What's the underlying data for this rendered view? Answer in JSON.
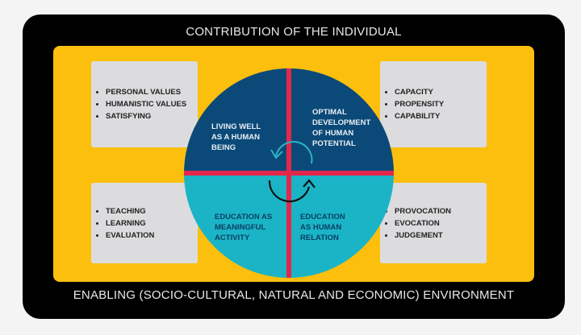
{
  "top_title": "CONTRIBUTION OF THE INDIVIDUAL",
  "bottom_title": "ENABLING (SOCIO-CULTURAL, NATURAL AND ECONOMIC) ENVIRONMENT",
  "boxes": {
    "top_left": [
      "PERSONAL VALUES",
      "HUMANISTIC VALUES",
      "SATISFYING"
    ],
    "top_right": [
      "CAPACITY",
      "PROPENSITY",
      "CAPABILITY"
    ],
    "bottom_left": [
      "TEACHING",
      "LEARNING",
      "EVALUATION"
    ],
    "bottom_right": [
      "PROVOCATION",
      "EVOCATION",
      "JUDGEMENT"
    ]
  },
  "quadrants": {
    "top_left": [
      "LIVING WELL",
      "AS A HUMAN",
      "BEING"
    ],
    "top_right": [
      "OPTIMAL",
      "DEVELOPMENT",
      "OF HUMAN",
      "POTENTIAL"
    ],
    "bottom_left": [
      "EDUCATION AS",
      "MEANINGFUL",
      "ACTIVITY"
    ],
    "bottom_right": [
      "EDUCATION",
      "AS HUMAN",
      "RELATION"
    ]
  },
  "colors": {
    "frame": "#000000",
    "background": "#fcbf0e",
    "box": "#dcdcde",
    "upper_half": "#0b4a78",
    "lower_half": "#1ab4c6",
    "cross": "#e3274c"
  }
}
